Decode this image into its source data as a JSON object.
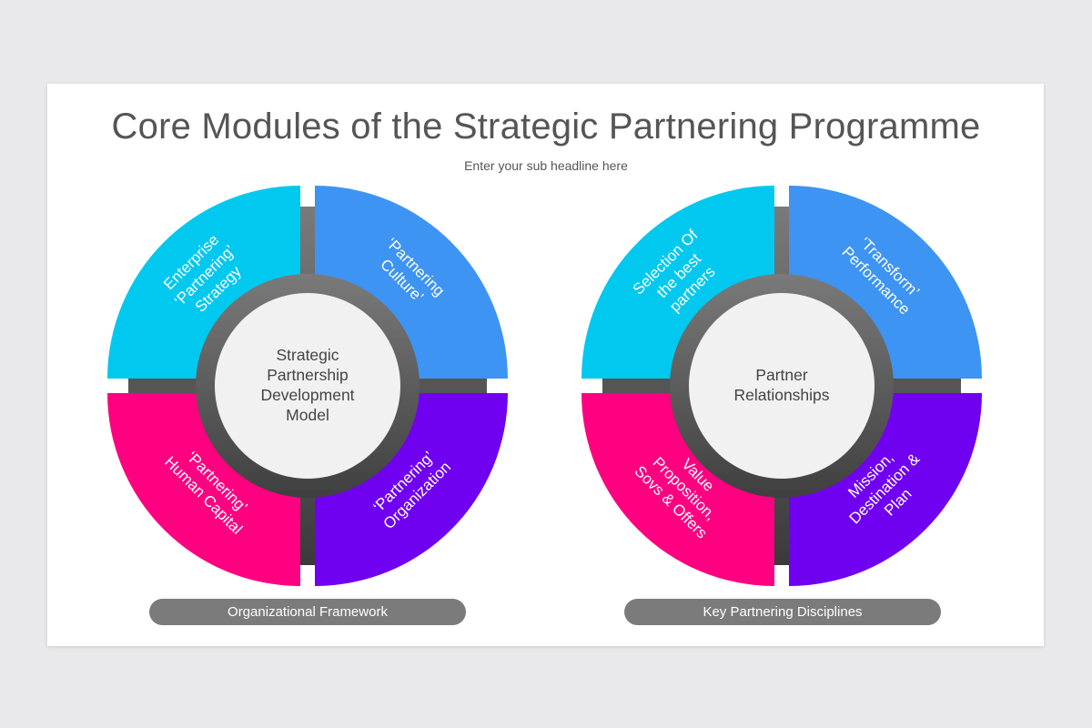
{
  "title": "Core Modules of the Strategic Partnering Programme",
  "subtitle": "Enter your sub headline here",
  "colors": {
    "cyan": "#00c8ef",
    "blue": "#3d94f3",
    "magenta": "#ff0080",
    "purple": "#7000f0",
    "ring": "#5a5a5a",
    "center": "#f1f1f1"
  },
  "wheels": [
    {
      "center": [
        "Strategic",
        "Partnership",
        "Development",
        "Model"
      ],
      "top_left": [
        "Enterprise",
        "‘Partnering’",
        "Strategy"
      ],
      "top_right": [
        "‘Partnering",
        "Culture’"
      ],
      "bottom_left": [
        "‘Partnering’",
        "Human Capital"
      ],
      "bottom_right": [
        "‘Partnering’",
        "Organization"
      ],
      "label": "Organizational Framework"
    },
    {
      "center": [
        "Partner",
        "Relationships"
      ],
      "top_left": [
        "Selection Of",
        "the best",
        "partners"
      ],
      "top_right": [
        "‘Transform’",
        "Performance"
      ],
      "bottom_left": [
        "Value",
        "Proposition,",
        "Sovs & Offers"
      ],
      "bottom_right": [
        "Mission,",
        "Destination &",
        "Plan"
      ],
      "label": "Key Partnering Disciplines"
    }
  ]
}
